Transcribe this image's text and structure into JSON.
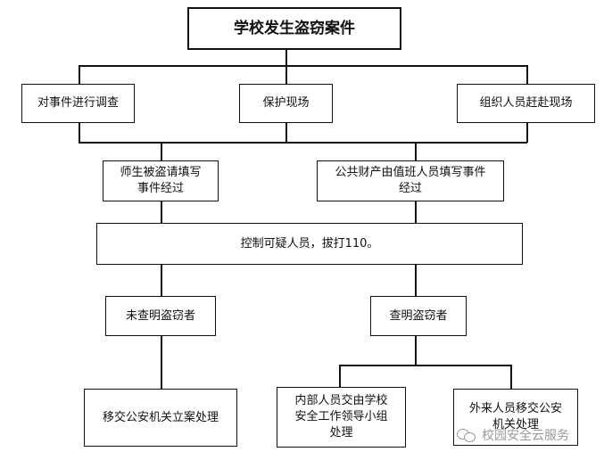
{
  "nodes": {
    "title": "学校发生盗窃案件",
    "investigate": "对事件进行调查",
    "protect": "保护现场",
    "organize": "组织人员赶赴现场",
    "teacher_report": "师生被盗请填写\n事件经过",
    "public_report": "公共财产由值班人员填写事件\n经过",
    "control": "控制可疑人员，拔打110。",
    "not_found": "未查明盗窃者",
    "found": "查明盗窃者",
    "police_case": "移交公安机关立案处理",
    "internal": "内部人员交由学校\n安全工作领导小组\n处理",
    "external": "外来人员移交公安\n机关处理"
  },
  "watermark": {
    "text": "校园安全云服务",
    "icon": "wechat-icon"
  }
}
